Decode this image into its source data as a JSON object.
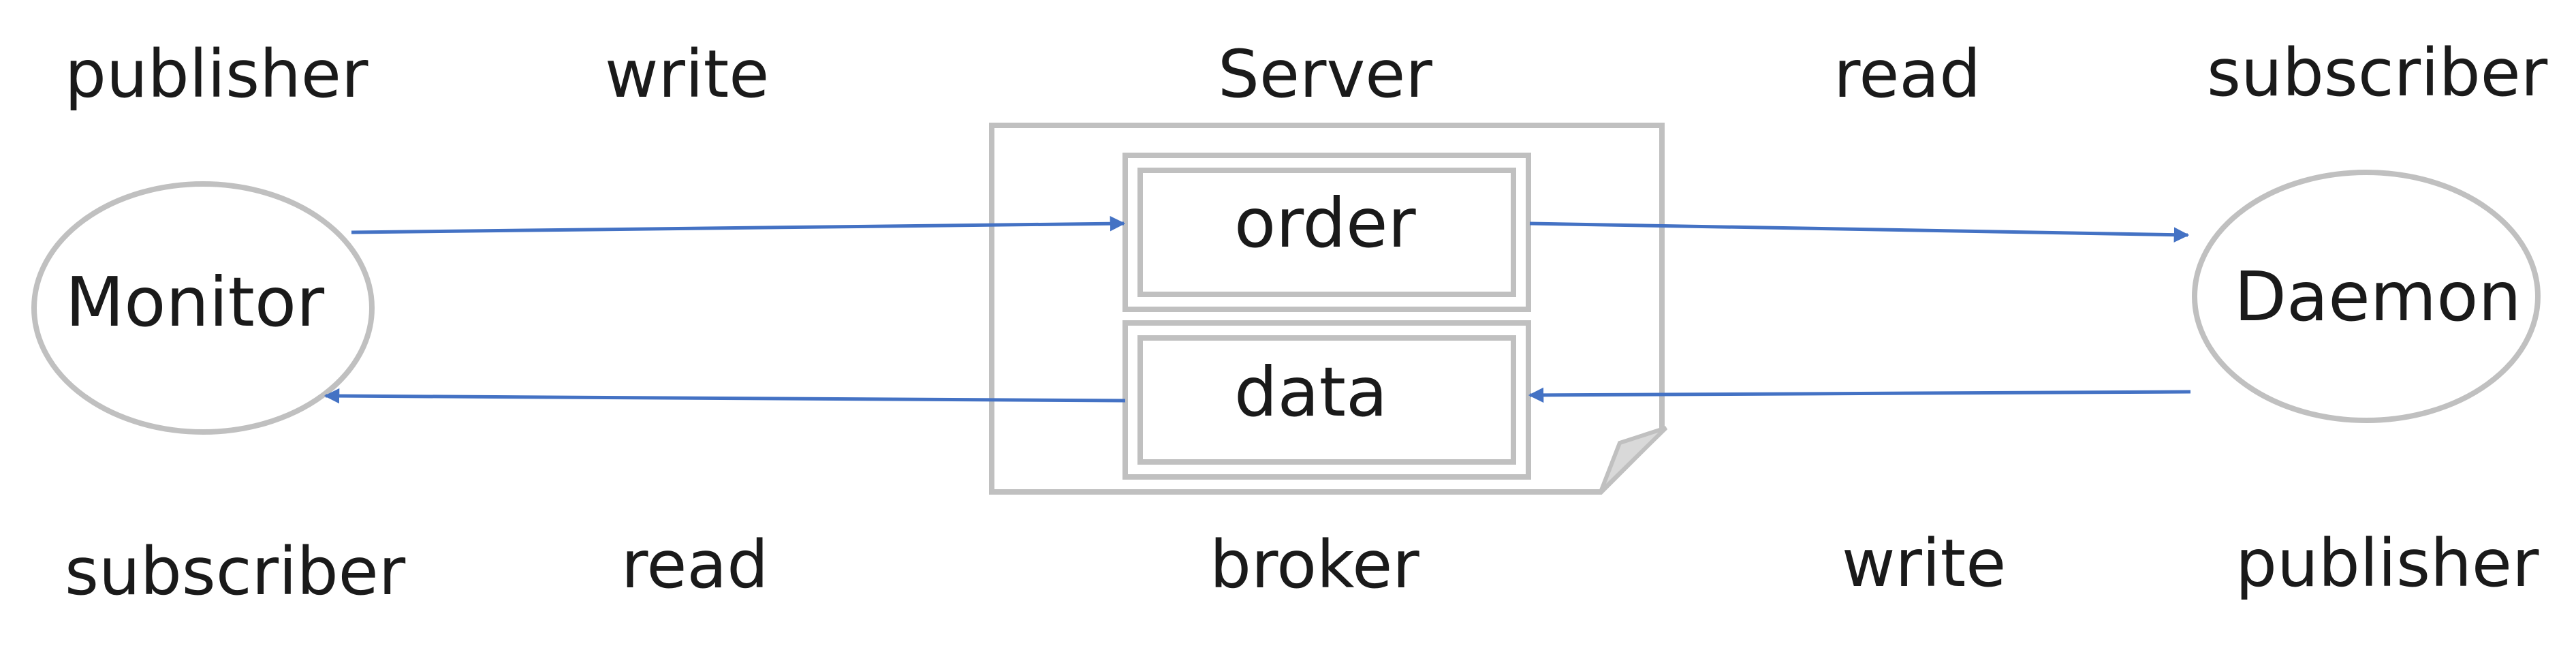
{
  "labels": {
    "top_left": "publisher",
    "top_left_action": "write",
    "top_center": "Server",
    "top_right_action": "read",
    "top_right": "subscriber",
    "bottom_left": "subscriber",
    "bottom_left_action": "read",
    "bottom_center": "broker",
    "bottom_right_action": "write",
    "bottom_right": "publisher"
  },
  "nodes": {
    "monitor": "Monitor",
    "daemon": "Daemon",
    "order": "order",
    "data": "data"
  },
  "colors": {
    "arrow": "#4472c4",
    "outline": "#c0c0c0",
    "text": "#1a1a1a"
  }
}
